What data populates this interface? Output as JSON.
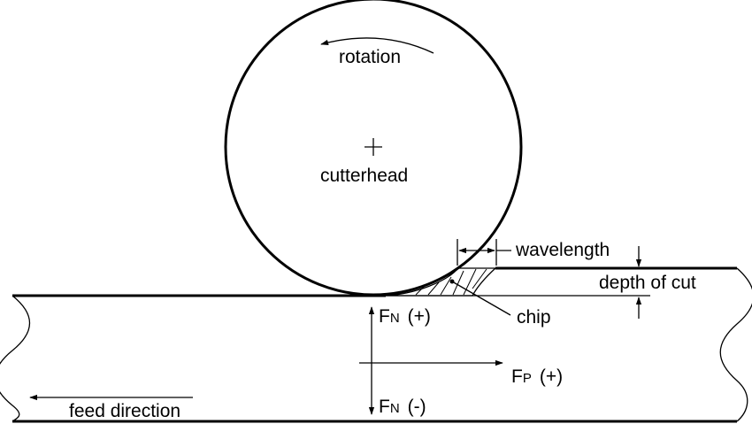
{
  "labels": {
    "rotation": "rotation",
    "cutterhead": "cutterhead",
    "wavelength": "wavelength",
    "depth_of_cut": "depth of cut",
    "chip": "chip",
    "feed_direction": "feed direction"
  },
  "forces": {
    "fn_pos": {
      "symbol": "F",
      "subscript": "N",
      "sign": "(+)"
    },
    "fn_neg": {
      "symbol": "F",
      "subscript": "N",
      "sign": "(-)"
    },
    "fp_pos": {
      "symbol": "F",
      "subscript": "P",
      "sign": "(+)"
    }
  },
  "colors": {
    "ink": "#000000",
    "background": "#ffffff"
  }
}
